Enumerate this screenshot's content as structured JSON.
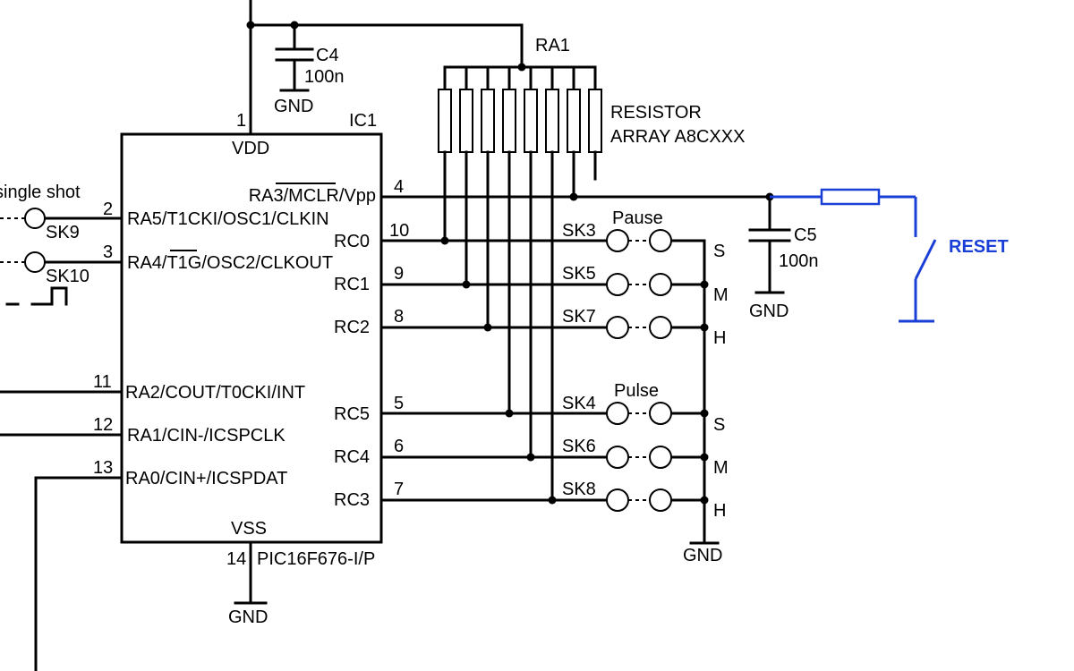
{
  "ic": {
    "ref": "IC1",
    "part": "PIC16F676-I/P",
    "vdd": "VDD",
    "vss": "VSS",
    "pins": {
      "p1": "1",
      "p2": "2",
      "p3": "3",
      "p4": "4",
      "p5": "5",
      "p6": "6",
      "p7": "7",
      "p8": "8",
      "p9": "9",
      "p10": "10",
      "p11": "11",
      "p12": "12",
      "p13": "13",
      "p14": "14"
    },
    "labels": {
      "ra3_pre": "RA3/",
      "ra3_bar": "MCLR",
      "ra3_post": "/Vpp",
      "ra5": "RA5/T1CKI/OSC1/CLKIN",
      "ra4_pre": "RA4/",
      "ra4_bar": "T1G",
      "ra4_post": "/OSC2/CLKOUT",
      "rc0": "RC0",
      "rc1": "RC1",
      "rc2": "RC2",
      "rc5": "RC5",
      "rc4": "RC4",
      "rc3": "RC3",
      "ra2": "RA2/COUT/T0CKI/INT",
      "ra1": "RA1/CIN-/ICSPCLK",
      "ra0": "RA0/CIN+/ICSPDAT"
    }
  },
  "c4": {
    "ref": "C4",
    "value": "100n"
  },
  "c5": {
    "ref": "C5",
    "value": "100n"
  },
  "ra1": {
    "ref": "RA1",
    "desc1": "RESISTOR",
    "desc2": "ARRAY A8CXXX"
  },
  "gnd": "GND",
  "reset": "RESET",
  "single_shot": "single shot",
  "pause": "Pause",
  "pulse": "Pulse",
  "sk": {
    "sk3": "SK3",
    "sk4": "SK4",
    "sk5": "SK5",
    "sk6": "SK6",
    "sk7": "SK7",
    "sk8": "SK8",
    "sk9": "SK9",
    "sk10": "SK10"
  },
  "smh": {
    "s": "S",
    "m": "M",
    "h": "H"
  },
  "colors": {
    "wire": "#000000",
    "reset_circuit": "#1a3fd6"
  }
}
